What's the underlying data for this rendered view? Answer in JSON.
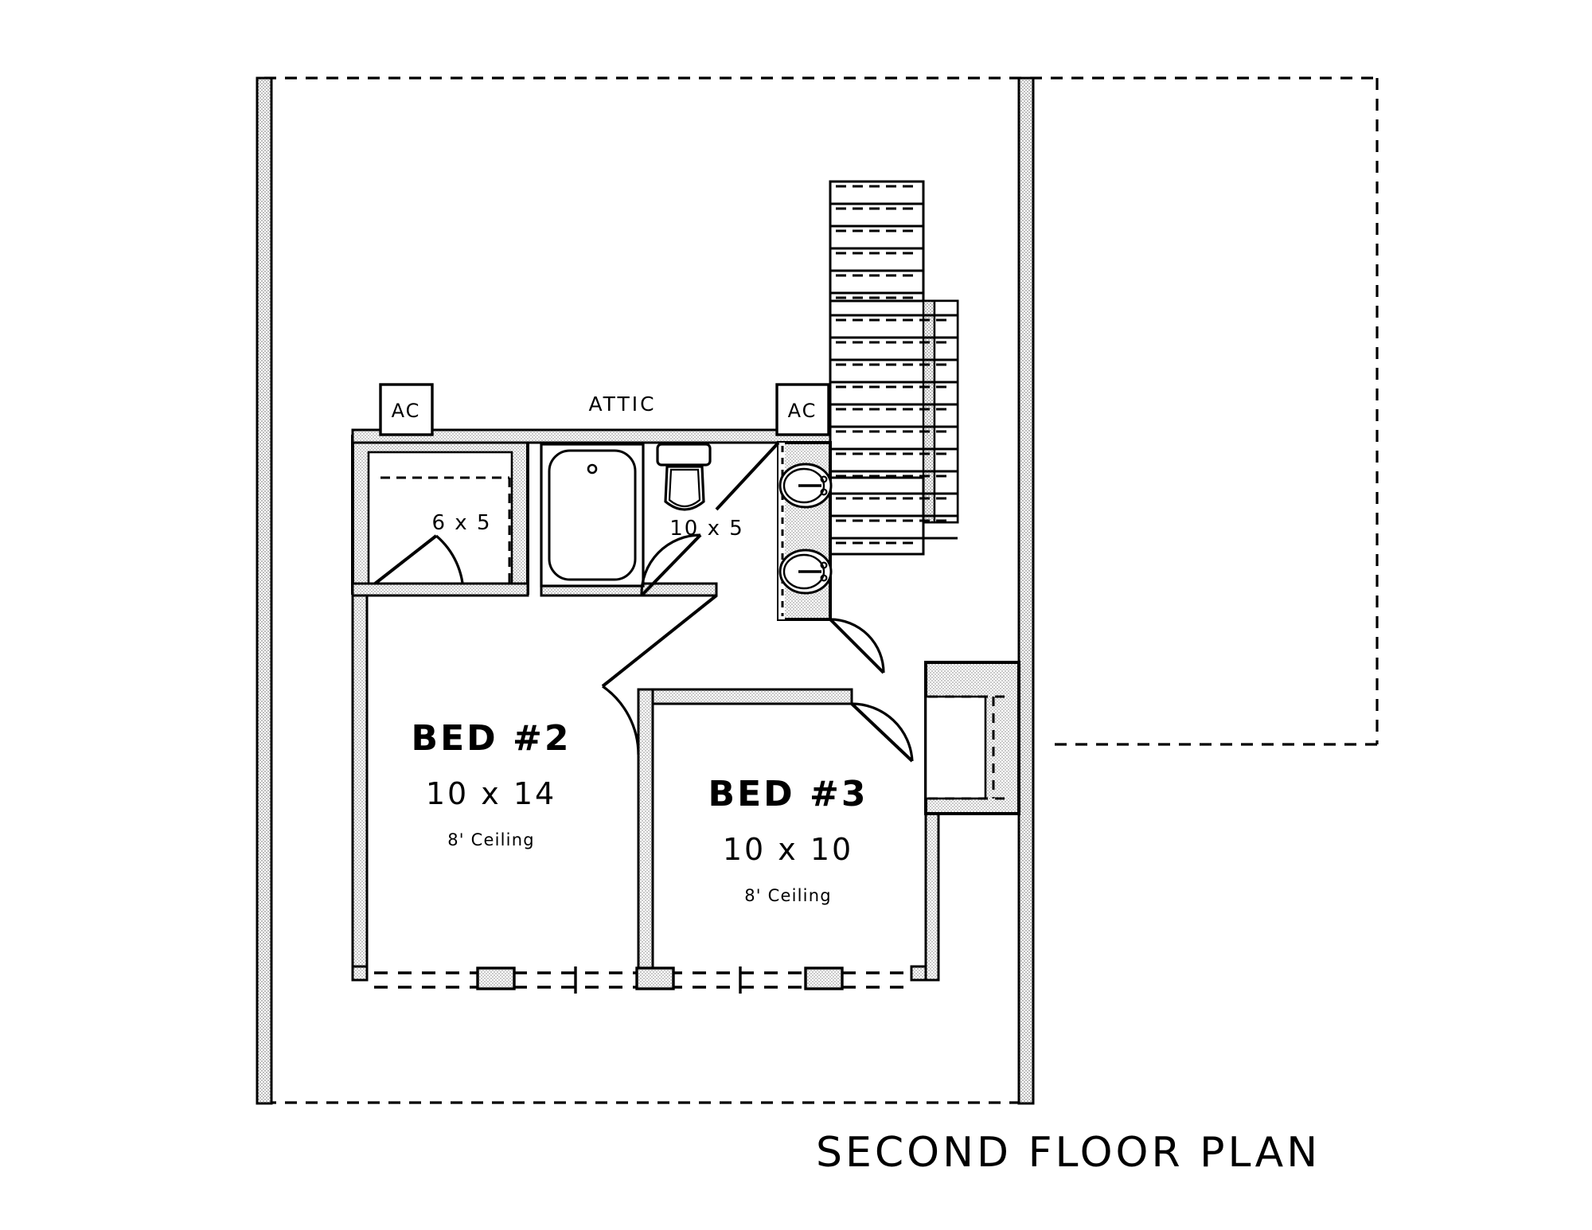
{
  "drawing": {
    "title": "SECOND FLOOR PLAN",
    "type": "architectural-floor-plan",
    "background_color": "#ffffff",
    "line_color": "#000000",
    "wall_hatch_color": "#d8d8d8"
  },
  "rooms": [
    {
      "id": "bed2",
      "name": "BED #2",
      "dimensions": "10 x 14",
      "ceiling": "8' Ceiling"
    },
    {
      "id": "bed3",
      "name": "BED #3",
      "dimensions": "10 x 10",
      "ceiling": "8' Ceiling"
    }
  ],
  "spaces": [
    {
      "id": "attic",
      "label": "ATTIC"
    },
    {
      "id": "closet-bed2",
      "label": "6 x 5"
    },
    {
      "id": "bathroom",
      "label": "10 x 5"
    }
  ],
  "equipment": [
    {
      "id": "ac-left",
      "label": "AC"
    },
    {
      "id": "ac-right",
      "label": "AC"
    }
  ],
  "fixtures": [
    {
      "id": "bathtub",
      "name": "bathtub"
    },
    {
      "id": "toilet",
      "name": "toilet"
    },
    {
      "id": "sink-upper",
      "name": "sink"
    },
    {
      "id": "sink-lower",
      "name": "sink"
    }
  ],
  "circulation": [
    {
      "id": "staircase",
      "name": "staircase",
      "tread_count": 18
    }
  ]
}
